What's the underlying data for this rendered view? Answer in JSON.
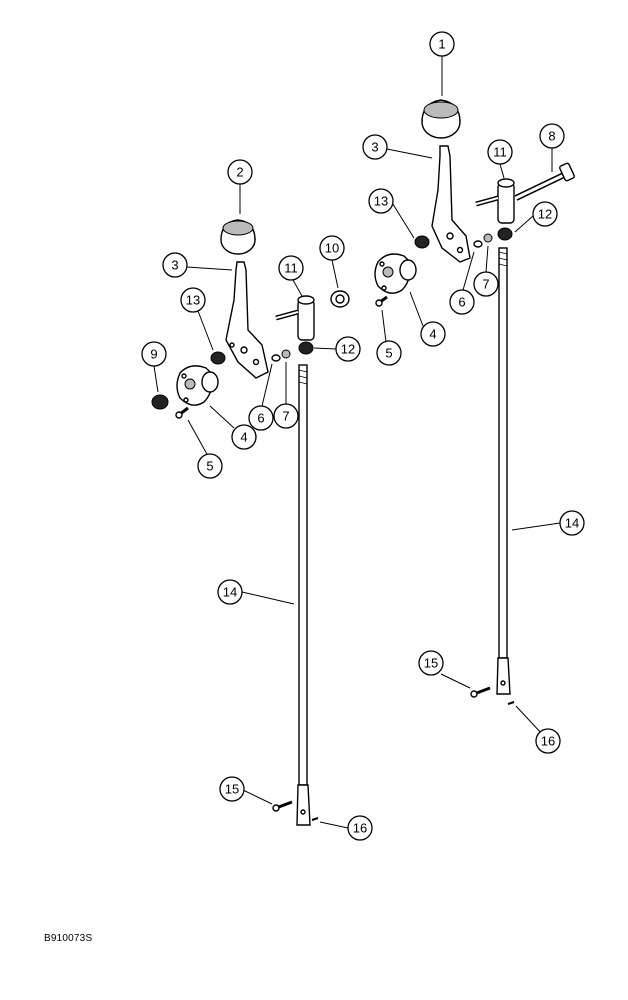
{
  "reference_code": "B910073S",
  "callouts": [
    {
      "id": "c1",
      "label": "1"
    },
    {
      "id": "c2",
      "label": "2"
    },
    {
      "id": "c3a",
      "label": "3"
    },
    {
      "id": "c3b",
      "label": "3"
    },
    {
      "id": "c4a",
      "label": "4"
    },
    {
      "id": "c4b",
      "label": "4"
    },
    {
      "id": "c5a",
      "label": "5"
    },
    {
      "id": "c5b",
      "label": "5"
    },
    {
      "id": "c6a",
      "label": "6"
    },
    {
      "id": "c6b",
      "label": "6"
    },
    {
      "id": "c7a",
      "label": "7"
    },
    {
      "id": "c7b",
      "label": "7"
    },
    {
      "id": "c8",
      "label": "8"
    },
    {
      "id": "c9",
      "label": "9"
    },
    {
      "id": "c10",
      "label": "10"
    },
    {
      "id": "c11a",
      "label": "11"
    },
    {
      "id": "c11b",
      "label": "11"
    },
    {
      "id": "c12a",
      "label": "12"
    },
    {
      "id": "c12b",
      "label": "12"
    },
    {
      "id": "c13a",
      "label": "13"
    },
    {
      "id": "c13b",
      "label": "13"
    },
    {
      "id": "c14a",
      "label": "14"
    },
    {
      "id": "c14b",
      "label": "14"
    },
    {
      "id": "c15a",
      "label": "15"
    },
    {
      "id": "c15b",
      "label": "15"
    },
    {
      "id": "c16a",
      "label": "16"
    },
    {
      "id": "c16b",
      "label": "16"
    }
  ]
}
